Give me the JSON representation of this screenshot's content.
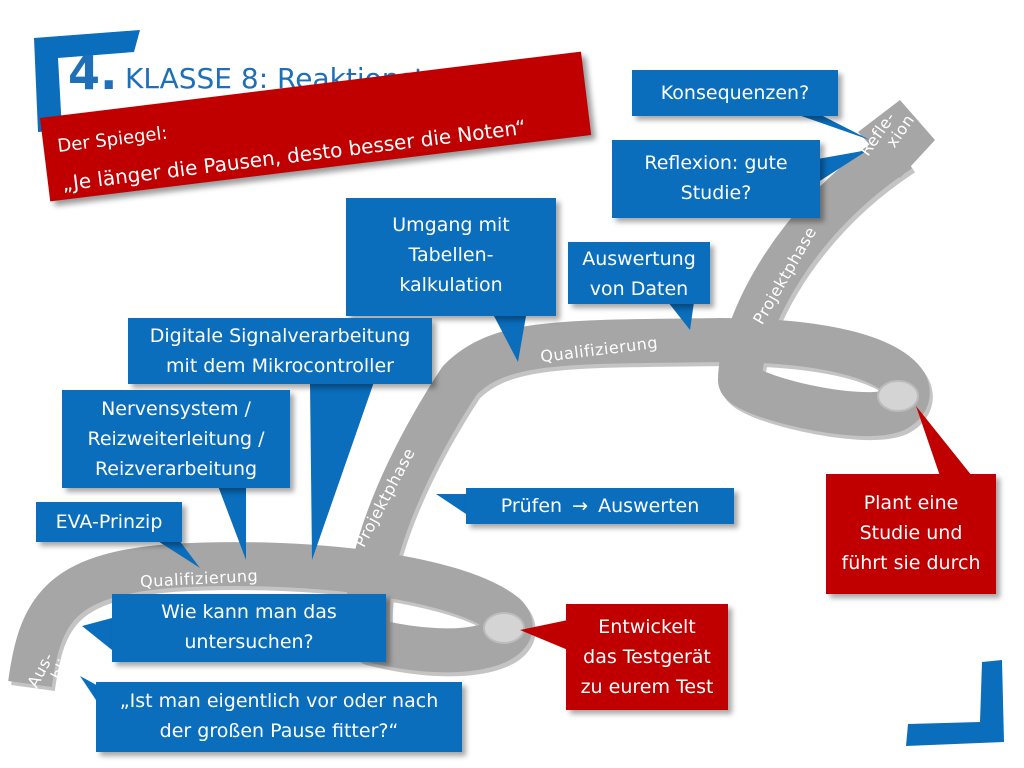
{
  "header": {
    "number": "4.",
    "title": "KLASSE 8: Reaktionstest"
  },
  "banner": {
    "line1": "Der Spiegel:",
    "line2": "„Je länger die Pausen, desto besser die Noten“"
  },
  "road_labels": {
    "qualifizierung_upper": "Qualifizierung",
    "qualifizierung_lower": "Qualifizierung",
    "projektphase_left": "Projektphase",
    "projektphase_right": "Projektphase",
    "reflexion": [
      "Refle-",
      "xion"
    ],
    "ausblick": [
      "Aus-",
      "blick"
    ]
  },
  "boxes": {
    "konsequenzen": "Konsequenzen?",
    "reflexion_studie": [
      "Reflexion: gute",
      "Studie?"
    ],
    "tabellen": [
      "Umgang mit",
      "Tabellen-",
      "kalkulation"
    ],
    "auswertung": [
      "Auswertung",
      "von Daten"
    ],
    "signal": [
      "Digitale Signalverarbeitung",
      "mit dem Mikrocontroller"
    ],
    "nerven": [
      "Nervensystem /",
      "Reizweiterleitung /",
      "Reizverarbeitung"
    ],
    "eva": "EVA-Prinzip",
    "pruefen": [
      "Prüfen",
      "Auswerten"
    ],
    "untersuchen": [
      "Wie kann man das",
      "untersuchen?"
    ],
    "frage": [
      "„Ist man eigentlich vor oder nach",
      "der großen Pause fitter?“"
    ],
    "testgeraet": [
      "Entwickelt",
      "das Testgerät",
      "zu eurem Test"
    ],
    "studie": [
      "Plant eine",
      "Studie und",
      "führt sie durch"
    ]
  },
  "colors": {
    "blue": "#0a6ebd",
    "red": "#c00000",
    "road": "#a6a6a6",
    "title": "#1f6fb8"
  }
}
